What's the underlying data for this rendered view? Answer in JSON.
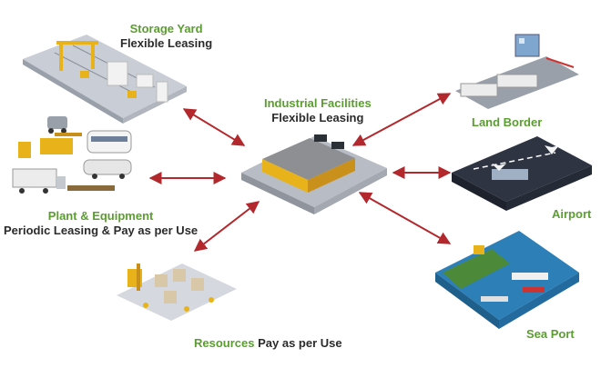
{
  "nodes": {
    "storage_yard": {
      "title": "Storage Yard",
      "subtitle": "Flexible Leasing"
    },
    "industrial": {
      "title": "Industrial Facilities",
      "subtitle": "Flexible Leasing"
    },
    "plant_equipment": {
      "title": "Plant & Equipment",
      "subtitle": "Periodic Leasing & Pay as per Use"
    },
    "resources": {
      "title": "Resources",
      "subtitle": "Pay as per Use"
    },
    "land_border": {
      "title": "Land Border"
    },
    "airport": {
      "title": "Airport"
    },
    "sea_port": {
      "title": "Sea Port"
    }
  },
  "colors": {
    "green_label": "#5a9e2f",
    "dark_label": "#2b2b2b",
    "arrow": "#b3282d"
  }
}
